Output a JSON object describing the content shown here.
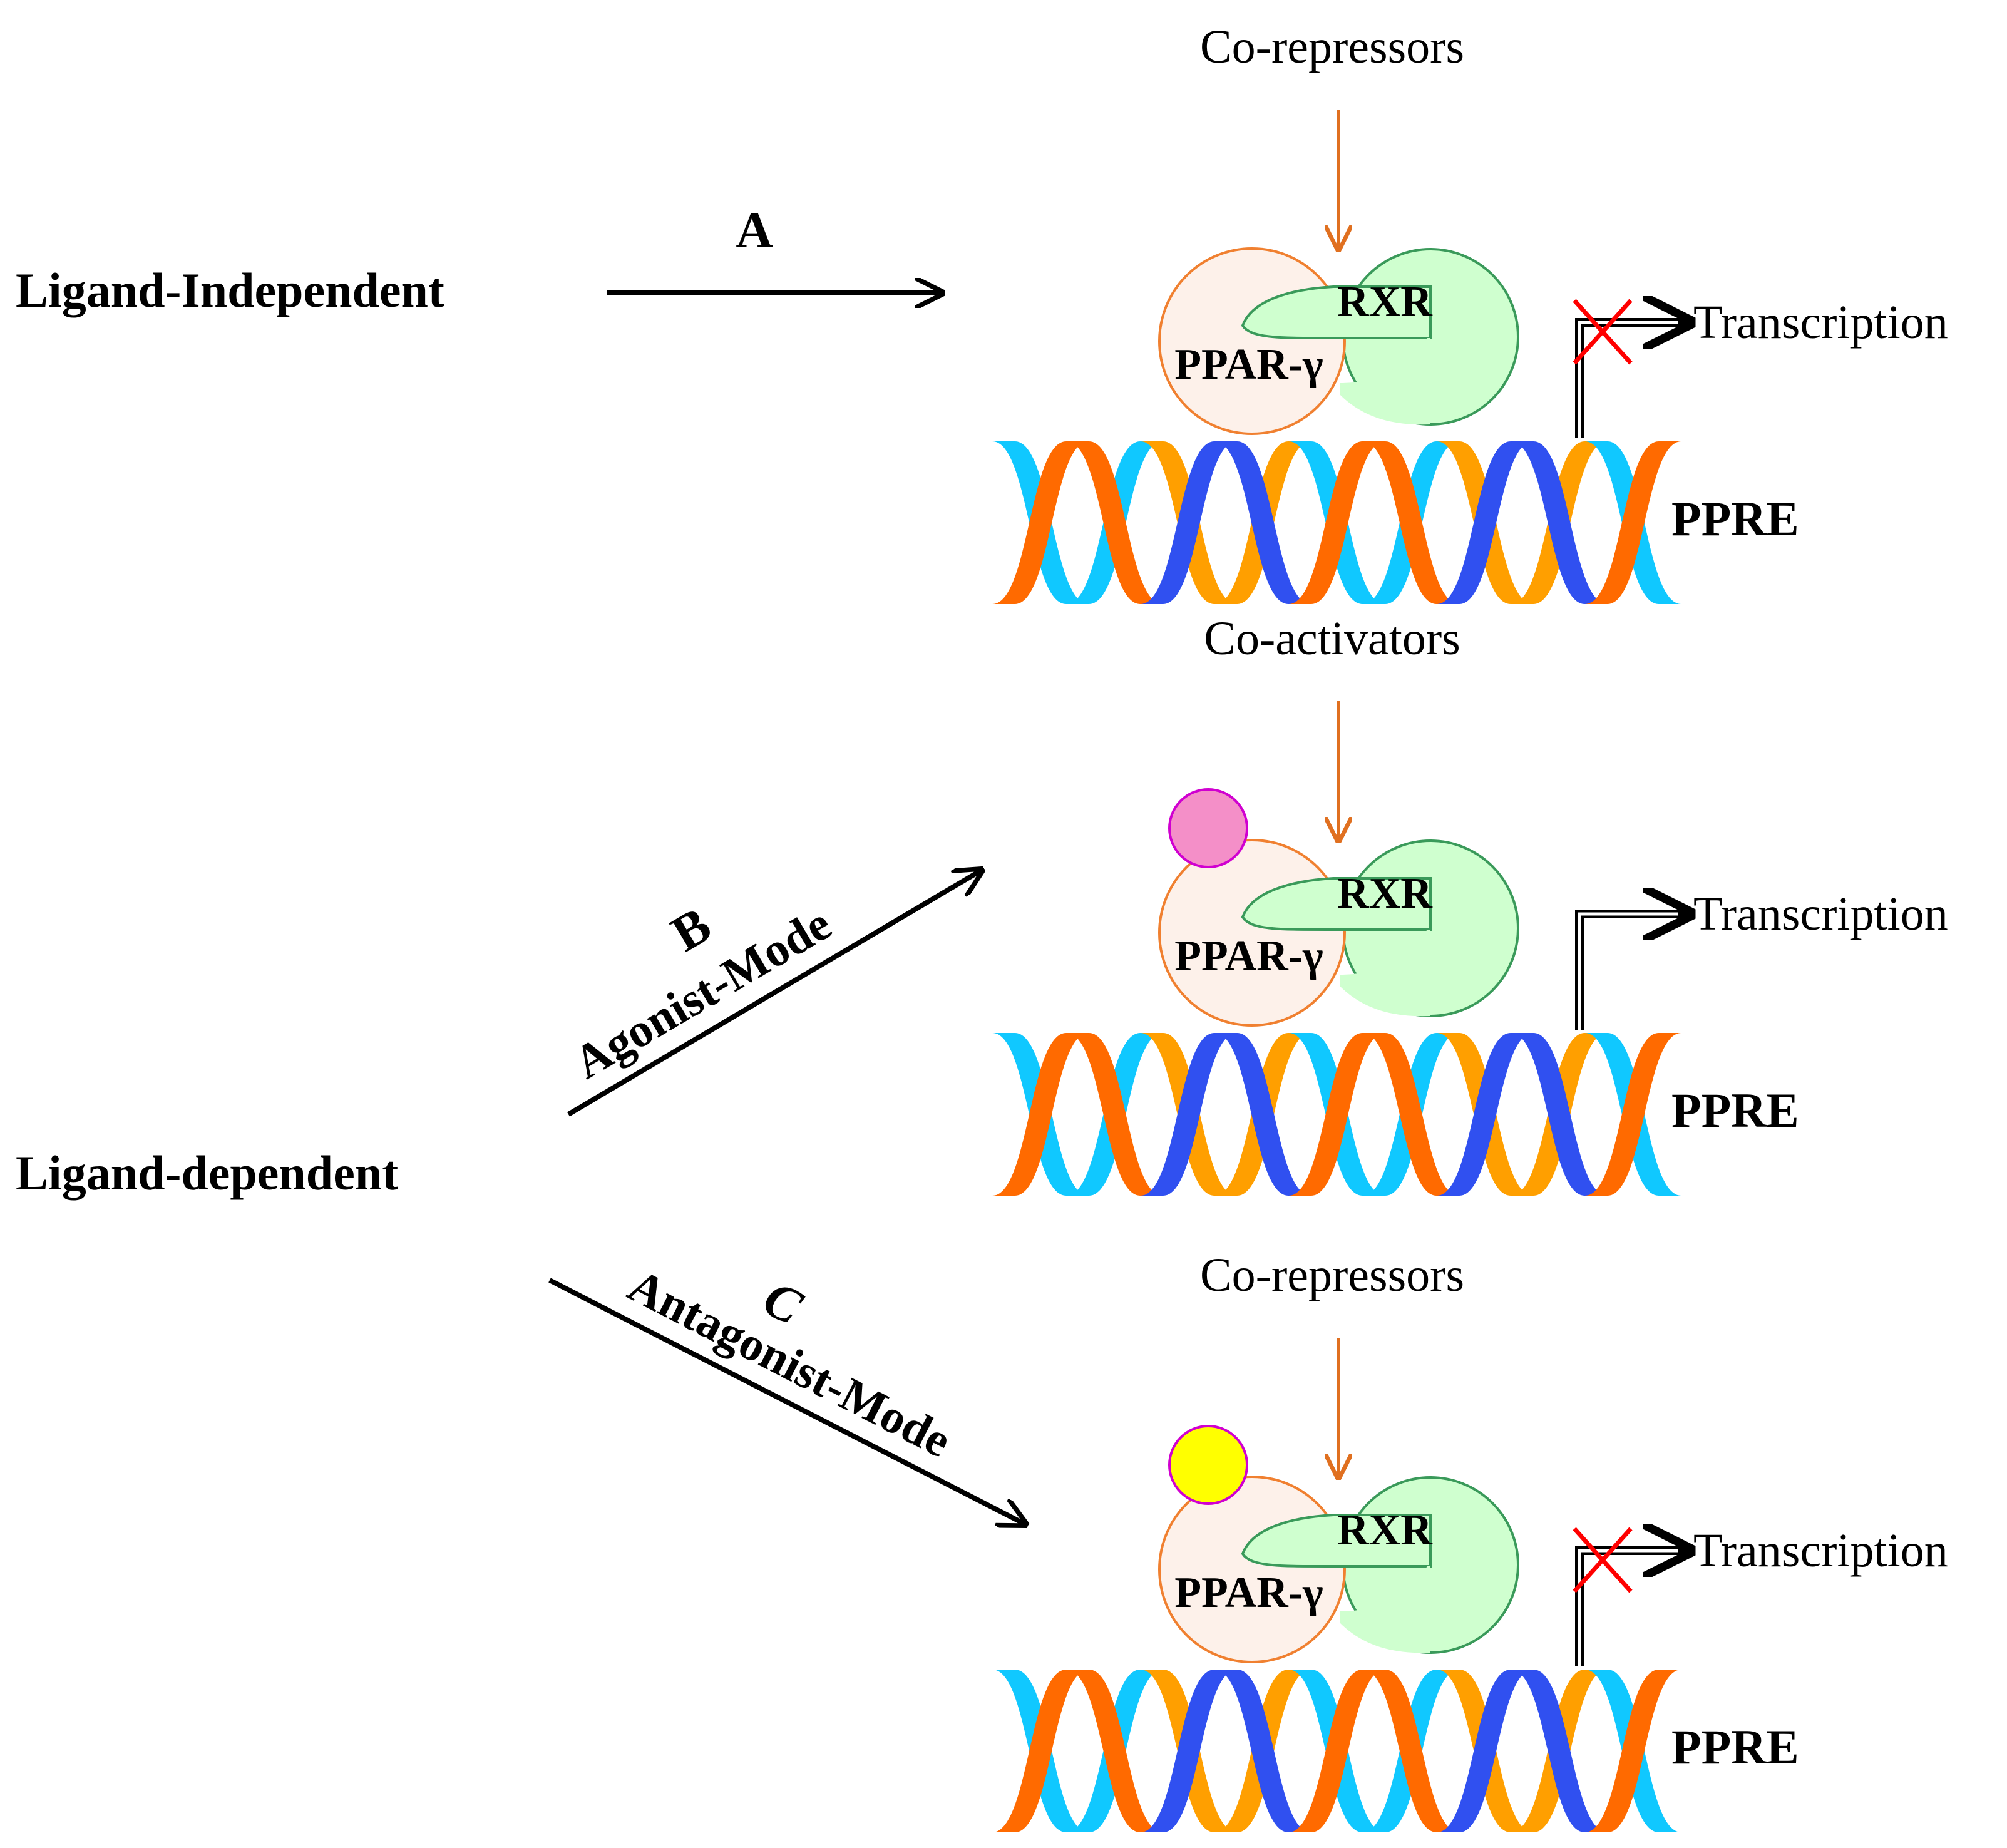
{
  "left_labels": {
    "ligand_independent": "Ligand-Independent",
    "ligand_dependent": "Ligand-dependent"
  },
  "pathways": {
    "a": {
      "letter": "A",
      "mode": ""
    },
    "b": {
      "letter": "B",
      "mode": "Agonist-Mode"
    },
    "c": {
      "letter": "C",
      "mode": "Antagonist-Mode"
    }
  },
  "panels": [
    {
      "cofactor": "Co-repressors",
      "ppar_label": "PPAR-γ",
      "rxr_label": "RXR",
      "transcription_label": "Transcription",
      "dna_label": "PPRE",
      "ligand": "none",
      "transcription_blocked": true
    },
    {
      "cofactor": "Co-activators",
      "ppar_label": "PPAR-γ",
      "rxr_label": "RXR",
      "transcription_label": "Transcription",
      "dna_label": "PPRE",
      "ligand": "agonist",
      "transcription_blocked": false
    },
    {
      "cofactor": "Co-repressors",
      "ppar_label": "PPAR-γ",
      "rxr_label": "RXR",
      "transcription_label": "Transcription",
      "dna_label": "PPRE",
      "ligand": "antagonist",
      "transcription_blocked": true
    }
  ],
  "colors": {
    "ppar_fill": "#fdf1ea",
    "ppar_stroke": "#f08030",
    "rxr_fill": "#cfffcf",
    "rxr_stroke": "#3a9a5a",
    "cofactor_arrow": "#e07020",
    "agonist_ligand": "#f48fc8",
    "antagonist_ligand": "#ffff00",
    "ligand_stroke": "#d000d0",
    "block_x": "#ff0000",
    "dna_orange": "#ff6a00",
    "dna_light_orange": "#ff9f00",
    "dna_cyan": "#10c8ff",
    "dna_blue": "#3050f0"
  }
}
